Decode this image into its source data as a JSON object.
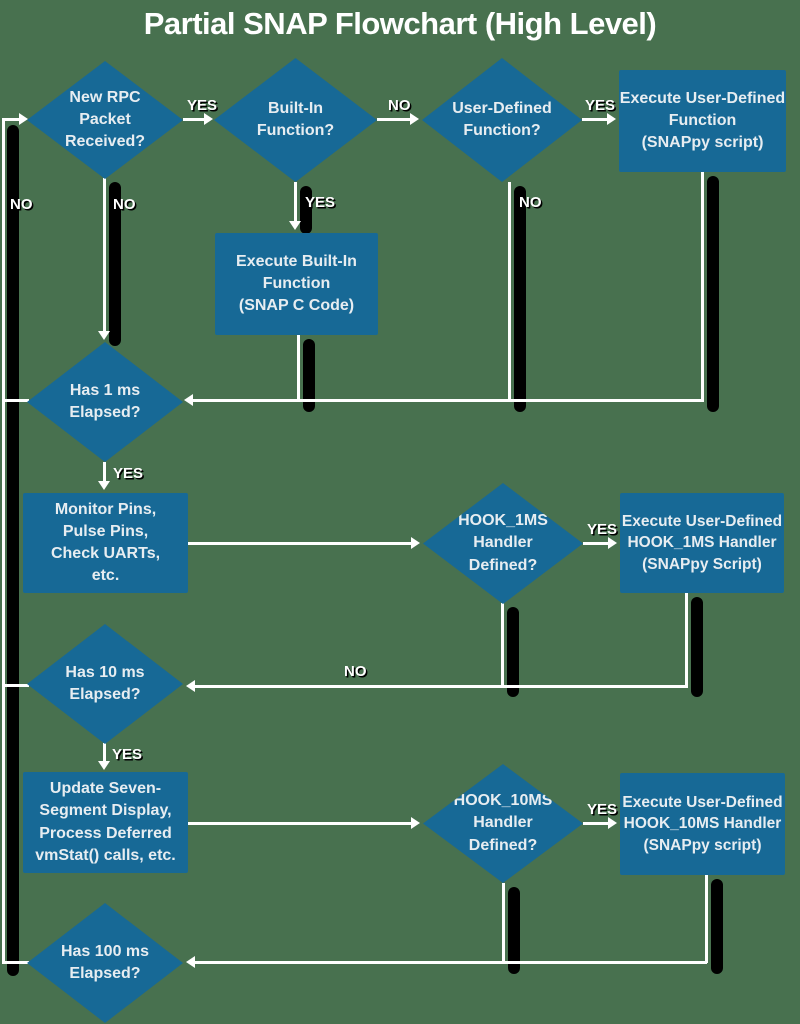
{
  "title": "Partial SNAP Flowchart (High Level)",
  "labels": {
    "yes": "YES",
    "no": "NO"
  },
  "colors": {
    "background": "#48714f",
    "node_fill": "#176996",
    "node_text": "#e7edf1",
    "line": "#ffffff",
    "shadow": "#000000"
  },
  "nodes": {
    "new_rpc": {
      "type": "decision",
      "label": "New RPC\nPacket\nReceived?"
    },
    "built_in": {
      "type": "decision",
      "label": "Built-In\nFunction?"
    },
    "user_defined": {
      "type": "decision",
      "label": "User-Defined\nFunction?"
    },
    "exec_user_defined": {
      "type": "process",
      "label": "Execute User-Defined\nFunction\n(SNAPpy script)"
    },
    "exec_built_in": {
      "type": "process",
      "label": "Execute Built-In\nFunction\n(SNAP C Code)"
    },
    "has_1ms": {
      "type": "decision",
      "label": "Has 1 ms\nElapsed?"
    },
    "monitor_pins": {
      "type": "process",
      "label": "Monitor Pins,\nPulse Pins,\nCheck UARTs,\netc."
    },
    "hook_1ms": {
      "type": "decision",
      "label": "HOOK_1MS\nHandler\nDefined?"
    },
    "exec_hook_1ms": {
      "type": "process",
      "label": "Execute User-Defined\nHOOK_1MS Handler\n(SNAPpy Script)"
    },
    "has_10ms": {
      "type": "decision",
      "label": "Has 10 ms\nElapsed?"
    },
    "update_display": {
      "type": "process",
      "label": "Update Seven-\nSegment Display,\nProcess Deferred\nvmStat() calls, etc."
    },
    "hook_10ms": {
      "type": "decision",
      "label": "HOOK_10MS\nHandler\nDefined?"
    },
    "exec_hook_10ms": {
      "type": "process",
      "label": "Execute User-Defined\nHOOK_10MS Handler\n(SNAPpy script)"
    },
    "has_100ms": {
      "type": "decision",
      "label": "Has 100 ms\nElapsed?"
    }
  }
}
